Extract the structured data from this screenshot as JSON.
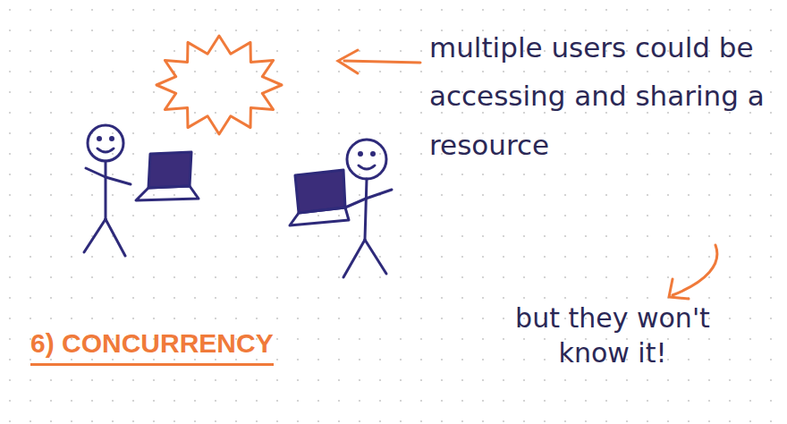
{
  "diagram": {
    "title": "6) CONCURRENCY",
    "labels": [
      "multiple users could be accessing and sharing a resource",
      "but they won't know it!"
    ]
  }
}
